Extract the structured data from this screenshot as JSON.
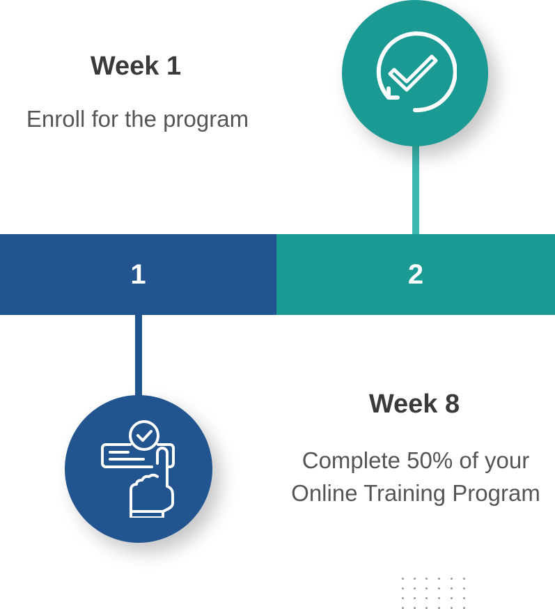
{
  "colors": {
    "blue": "#22558f",
    "teal": "#1b9a94",
    "teal_line": "#3bb8b0",
    "text": "#3a3a3a"
  },
  "step1": {
    "title": "Week 1",
    "description": "Enroll for the program",
    "number": "1",
    "icon": "refresh-check-icon"
  },
  "step2": {
    "title": "Week 8",
    "description_lines": [
      "Complete 50% of your",
      "Online Training Program"
    ],
    "number": "2",
    "icon": "hand-click-check-icon"
  }
}
